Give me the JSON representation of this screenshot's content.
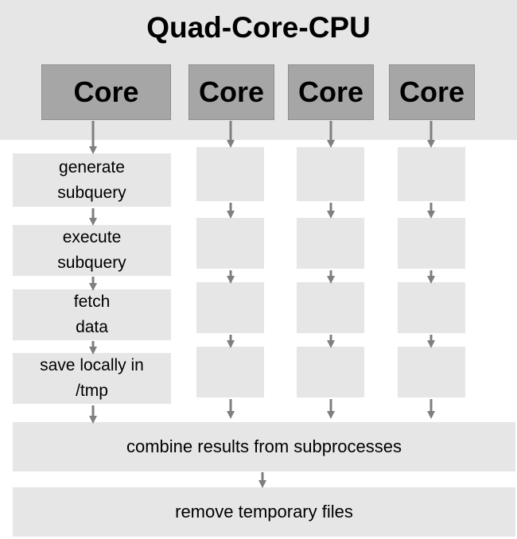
{
  "diagram": {
    "title": "Quad-Core-CPU",
    "cores": [
      "Core",
      "Core",
      "Core",
      "Core"
    ],
    "steps": [
      "generate\nsubquery",
      "execute\nsubquery",
      "fetch\ndata",
      "save locally in\n/tmp"
    ],
    "combine_label": "combine results from subprocesses",
    "cleanup_label": "remove temporary files",
    "colors": {
      "panel": "#e6e6e6",
      "core_fill": "#a6a6a6",
      "arrow": "#7f7f7f"
    }
  }
}
